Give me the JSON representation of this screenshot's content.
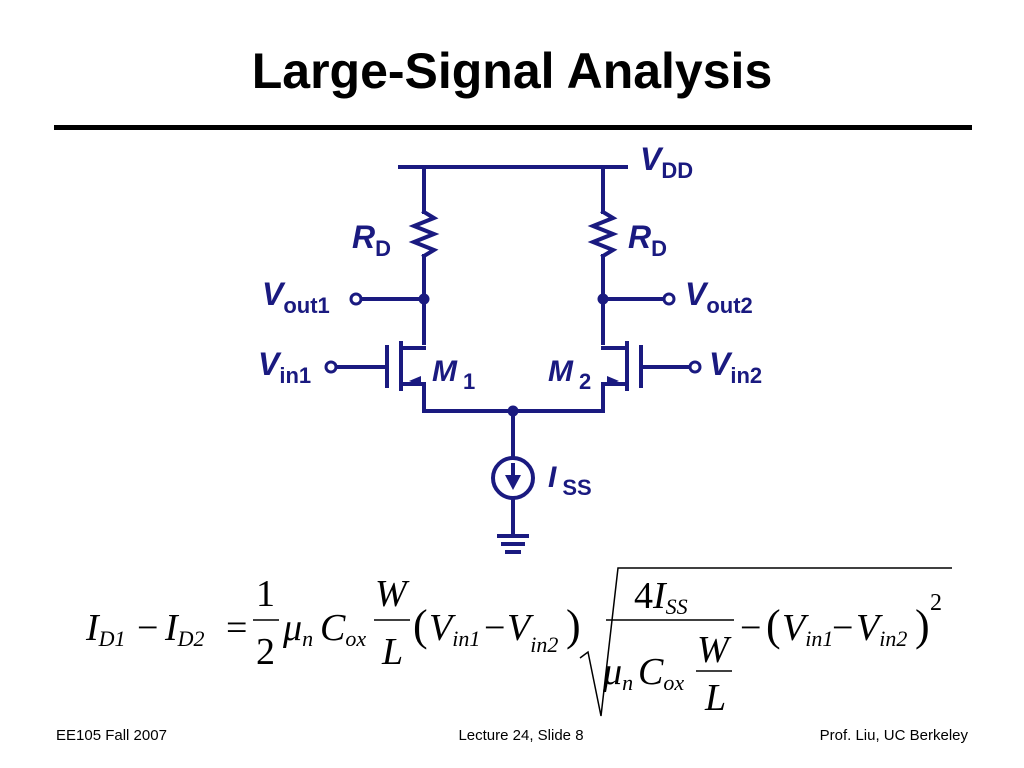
{
  "slide": {
    "title": "Large-Signal Analysis",
    "footer_left": "EE105 Fall 2007",
    "footer_center": "Lecture 24, Slide 8",
    "footer_right": "Prof. Liu, UC Berkeley"
  },
  "circuit": {
    "wire_color": "#1a1a80",
    "supply": {
      "main": "V",
      "sub": "DD"
    },
    "resistor_left": {
      "main": "R",
      "sub": "D"
    },
    "resistor_right": {
      "main": "R",
      "sub": "D"
    },
    "output_left": {
      "main": "V",
      "sub": "out1"
    },
    "output_right": {
      "main": "V",
      "sub": "out2"
    },
    "input_left": {
      "main": "V",
      "sub": "in1"
    },
    "input_right": {
      "main": "V",
      "sub": "in2"
    },
    "transistor_left": {
      "main": "M",
      "sub": "1"
    },
    "transistor_right": {
      "main": "M",
      "sub": "2"
    },
    "current_source": {
      "main": "I",
      "sub": "SS"
    }
  },
  "equation": {
    "i": "I",
    "d1": "D1",
    "d2": "D2",
    "minus": "−",
    "equals": "=",
    "one": "1",
    "two": "2",
    "mu": "μ",
    "n": "n",
    "c": "C",
    "ox": "ox",
    "w": "W",
    "l": "L",
    "lparen": "(",
    "rparen": ")",
    "v": "V",
    "in1": "in1",
    "in2": "in2",
    "four": "4",
    "ss": "SS",
    "exponent": "2"
  }
}
